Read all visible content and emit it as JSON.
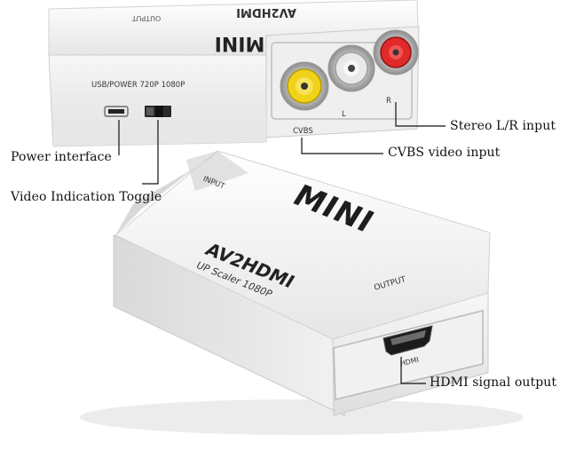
{
  "callouts": {
    "stereo": "Stereo L/R input",
    "cvbs": "CVBS video input",
    "power": "Power interface",
    "toggle": "Video Indication Toggle",
    "hdmi_out": "HDMI signal output"
  },
  "top_unit": {
    "mirrored_brand": "MINI",
    "mirrored_model": "AV2HDMI",
    "mirrored_output": "OUTPUT",
    "switch_label": "USB/POWER 720P  1080P",
    "port_labels": [
      "CVBS",
      "L",
      "R"
    ]
  },
  "bottom_unit": {
    "brand": "MINI",
    "model": "AV2HDMI",
    "tagline": "UP Scaler 1080P",
    "input_label": "INPUT",
    "output_label": "OUTPUT",
    "hdmi_label": "HDMI"
  },
  "colors": {
    "body": "#f4f4f4",
    "yellow_jack": "#f0d21a",
    "white_jack": "#e9e9e9",
    "red_jack": "#e12a2a",
    "text": "#111111"
  }
}
